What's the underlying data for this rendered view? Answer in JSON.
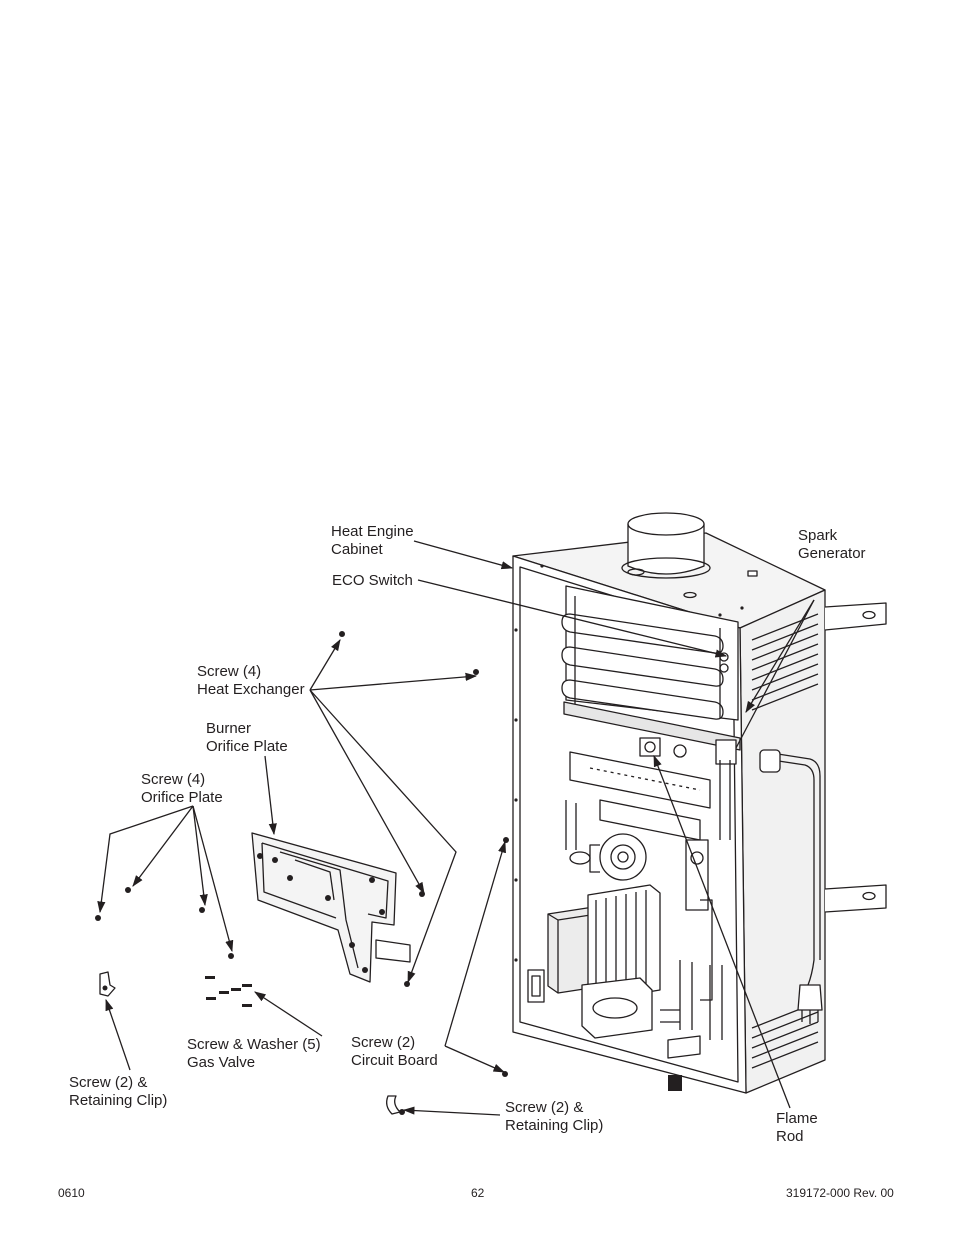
{
  "labels": {
    "heat_engine_cabinet": [
      "Heat Engine",
      "Cabinet"
    ],
    "eco_switch": "ECO Switch",
    "spark_generator": [
      "Spark",
      "Generator"
    ],
    "screw_heat_exchanger": [
      "Screw (4)",
      "Heat Exchanger"
    ],
    "burner_orifice_plate": [
      "Burner",
      "Orifice Plate"
    ],
    "screw_orifice_plate": [
      "Screw (4)",
      "Orifice Plate"
    ],
    "screw_washer_gas_valve": [
      "Screw & Washer (5)",
      "Gas Valve"
    ],
    "screw_circuit_board": [
      "Screw (2)",
      "Circuit Board"
    ],
    "screw_retaining_clip_left": [
      "Screw (2) &",
      "Retaining Clip)"
    ],
    "screw_retaining_clip_bottom": [
      "Screw (2) &",
      "Retaining Clip)"
    ],
    "flame_rod": [
      "Flame",
      "Rod"
    ]
  },
  "footer": {
    "date_code": "0610",
    "page_number": "62",
    "doc_number": "319172-000 Rev. 00"
  },
  "colors": {
    "ink": "#231f20",
    "fill_light": "#eeeeee",
    "fill_mid": "#d9d9d9"
  }
}
